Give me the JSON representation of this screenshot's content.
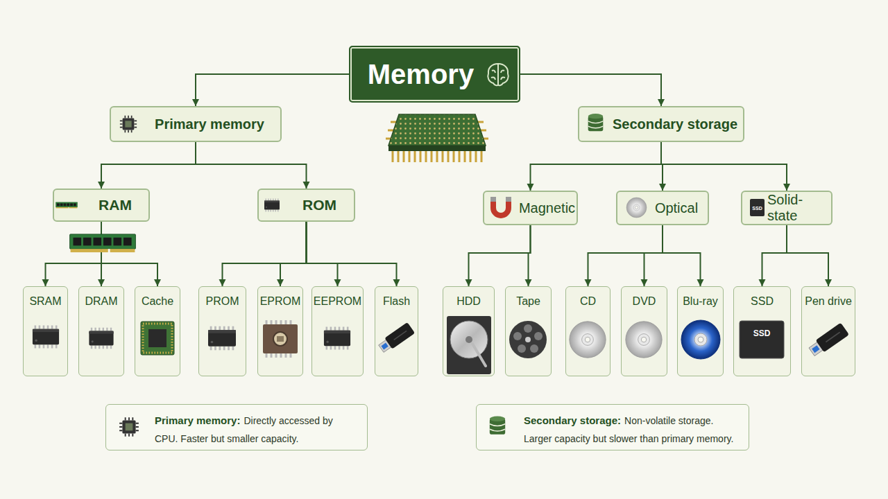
{
  "diagram": {
    "nodes": [
      {
        "text": [
          "Memory"
        ]
      },
      {
        "text": [
          "Primary memory"
        ]
      },
      {
        "text": [
          "Secondary storage"
        ]
      },
      {
        "text": [
          "RAM"
        ]
      },
      {
        "text": [
          "ROM"
        ]
      },
      {
        "text": [
          "Magnetic"
        ]
      },
      {
        "text": [
          "Optical"
        ]
      },
      {
        "text": [
          "Solid-state"
        ]
      },
      {
        "text": [
          "SRAM"
        ]
      },
      {
        "text": [
          "DRAM"
        ]
      },
      {
        "text": [
          "Cache"
        ]
      },
      {
        "text": [
          "PROM"
        ]
      },
      {
        "text": [
          "EPROM"
        ]
      },
      {
        "text": [
          "EEPROM"
        ]
      },
      {
        "text": [
          "Flash"
        ]
      },
      {
        "text": [
          "HDD"
        ]
      },
      {
        "text": [
          "Tape"
        ]
      },
      {
        "text": [
          "CD"
        ]
      },
      {
        "text": [
          "DVD"
        ]
      },
      {
        "text": [
          "Blu-ray"
        ]
      },
      {
        "text": [
          "SSD"
        ]
      },
      {
        "text": [
          "Pen drive"
        ]
      },
      {
        "text": [
          "Primary memory:",
          "Directly accessed by CPU. Faster but smaller capacity."
        ]
      },
      {
        "text": [
          "Secondary storage:",
          "Non-volatile storage. Larger capacity but slower than primary memory."
        ]
      }
    ],
    "edges": [
      {
        "from": 0,
        "to": 1,
        "arrow": "to"
      },
      {
        "from": 0,
        "to": 2,
        "arrow": "to"
      },
      {
        "from": 1,
        "to": 3,
        "arrow": "to"
      },
      {
        "from": 1,
        "to": 4,
        "arrow": "to"
      },
      {
        "from": 3,
        "to": 8,
        "arrow": "to"
      },
      {
        "from": 3,
        "to": 9,
        "arrow": "to"
      },
      {
        "from": 3,
        "to": 10,
        "arrow": "to"
      },
      {
        "from": 4,
        "to": 11,
        "arrow": "to"
      },
      {
        "from": 4,
        "to": 12,
        "arrow": "to"
      },
      {
        "from": 4,
        "to": 13,
        "arrow": "to"
      },
      {
        "from": 4,
        "to": 14,
        "arrow": "to"
      },
      {
        "from": 2,
        "to": 5,
        "arrow": "to"
      },
      {
        "from": 2,
        "to": 6,
        "arrow": "to"
      },
      {
        "from": 2,
        "to": 7,
        "arrow": "to"
      },
      {
        "from": 5,
        "to": 15,
        "arrow": "to"
      },
      {
        "from": 5,
        "to": 16,
        "arrow": "to"
      },
      {
        "from": 6,
        "to": 17,
        "arrow": "to"
      },
      {
        "from": 6,
        "to": 18,
        "arrow": "to"
      },
      {
        "from": 6,
        "to": 19,
        "arrow": "to"
      },
      {
        "from": 7,
        "to": 20,
        "arrow": "to"
      },
      {
        "from": 7,
        "to": 21,
        "arrow": "to"
      }
    ],
    "labels": [
      "SSD",
      "SSD"
    ]
  }
}
